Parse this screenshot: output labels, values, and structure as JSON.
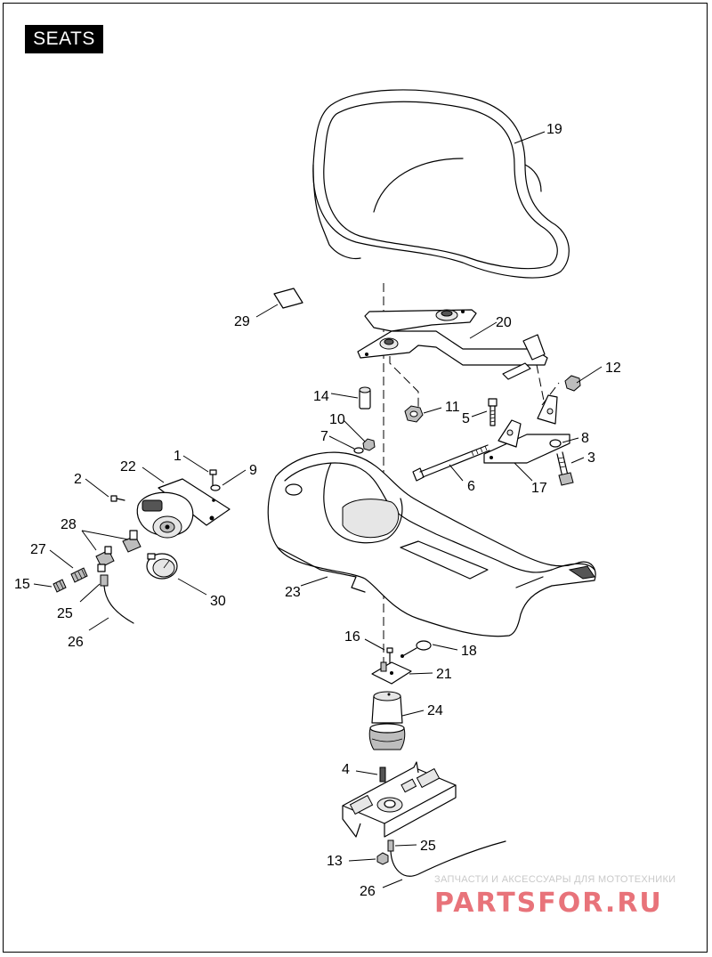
{
  "title": "SEATS",
  "callouts": [
    {
      "id": "c19",
      "label": "19"
    },
    {
      "id": "c20",
      "label": "20"
    },
    {
      "id": "c29",
      "label": "29"
    },
    {
      "id": "c12",
      "label": "12"
    },
    {
      "id": "c14",
      "label": "14"
    },
    {
      "id": "c11",
      "label": "11"
    },
    {
      "id": "c5",
      "label": "5"
    },
    {
      "id": "c10",
      "label": "10"
    },
    {
      "id": "c7",
      "label": "7"
    },
    {
      "id": "c8",
      "label": "8"
    },
    {
      "id": "c3",
      "label": "3"
    },
    {
      "id": "c6",
      "label": "6"
    },
    {
      "id": "c17",
      "label": "17"
    },
    {
      "id": "c1",
      "label": "1"
    },
    {
      "id": "c22",
      "label": "22"
    },
    {
      "id": "c9",
      "label": "9"
    },
    {
      "id": "c2",
      "label": "2"
    },
    {
      "id": "c28",
      "label": "28"
    },
    {
      "id": "c27",
      "label": "27"
    },
    {
      "id": "c15",
      "label": "15"
    },
    {
      "id": "c25a",
      "label": "25"
    },
    {
      "id": "c30",
      "label": "30"
    },
    {
      "id": "c26a",
      "label": "26"
    },
    {
      "id": "c23",
      "label": "23"
    },
    {
      "id": "c16",
      "label": "16"
    },
    {
      "id": "c18",
      "label": "18"
    },
    {
      "id": "c21",
      "label": "21"
    },
    {
      "id": "c24",
      "label": "24"
    },
    {
      "id": "c4",
      "label": "4"
    },
    {
      "id": "c25b",
      "label": "25"
    },
    {
      "id": "c13",
      "label": "13"
    },
    {
      "id": "c26b",
      "label": "26"
    }
  ],
  "watermark": {
    "tagline": "ЗАПЧАСТИ И АКСЕССУАРЫ ДЛЯ МОТОТЕХНИКИ",
    "brand": "PARTSFOR.RU",
    "brand_color": "#e8737a"
  }
}
